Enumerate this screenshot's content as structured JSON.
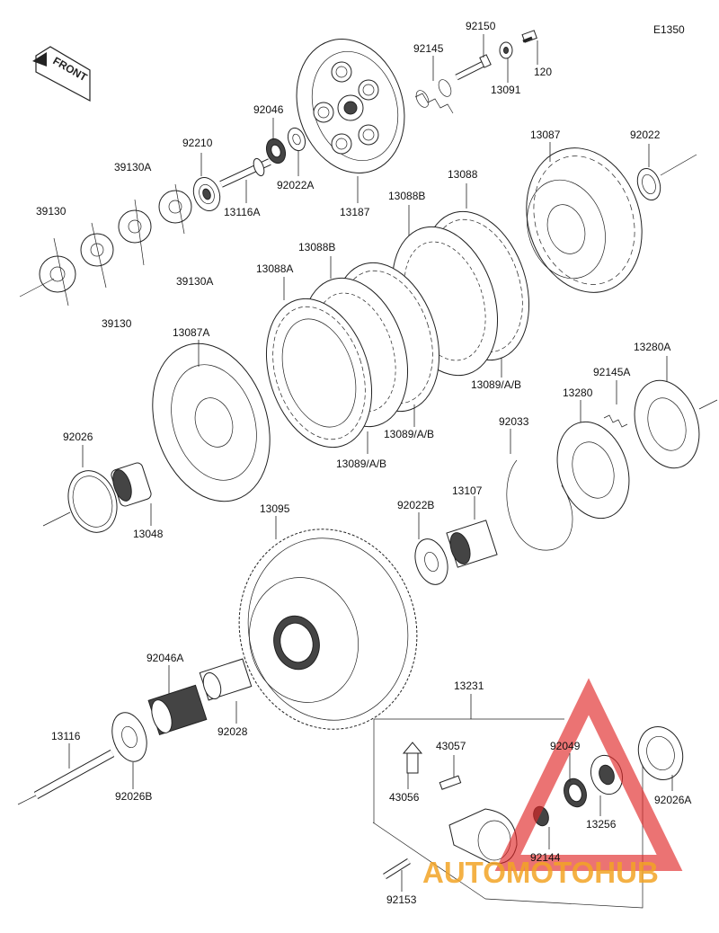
{
  "diagram": {
    "code": "E1350",
    "front_label": "FRONT",
    "watermark": {
      "text": "AUTOMOTOHUB",
      "accent": "#f2a324",
      "red": "#e02828",
      "dark": "#333333"
    },
    "labels": {
      "l92150": "92150",
      "l120": "120",
      "l92145": "92145",
      "l13091": "13091",
      "l92046": "92046",
      "l92210": "92210",
      "l92022A": "92022A",
      "l13116A": "13116A",
      "l13187": "13187",
      "l39130A_top": "39130A",
      "l39130_left": "39130",
      "l39130A_bot": "39130A",
      "l39130_bot": "39130",
      "l13087": "13087",
      "l92022": "92022",
      "l13088": "13088",
      "l13088B_a": "13088B",
      "l13088B_b": "13088B",
      "l13088A": "13088A",
      "l13087A": "13087A",
      "l13089_r": "13089/A/B",
      "l13089_m": "13089/A/B",
      "l13089_l": "13089/A/B",
      "l13280A": "13280A",
      "l92145A": "92145A",
      "l13280": "13280",
      "l92026": "92026",
      "l92033": "92033",
      "l13048": "13048",
      "l13095": "13095",
      "l92022B": "92022B",
      "l13107": "13107",
      "l92046A": "92046A",
      "l92028": "92028",
      "l13231": "13231",
      "l13116": "13116",
      "l43057": "43057",
      "l92049": "92049",
      "l92026A": "92026A",
      "l43056": "43056",
      "l13256": "13256",
      "l92144": "92144",
      "l92026B": "92026B",
      "l92153": "92153"
    }
  }
}
